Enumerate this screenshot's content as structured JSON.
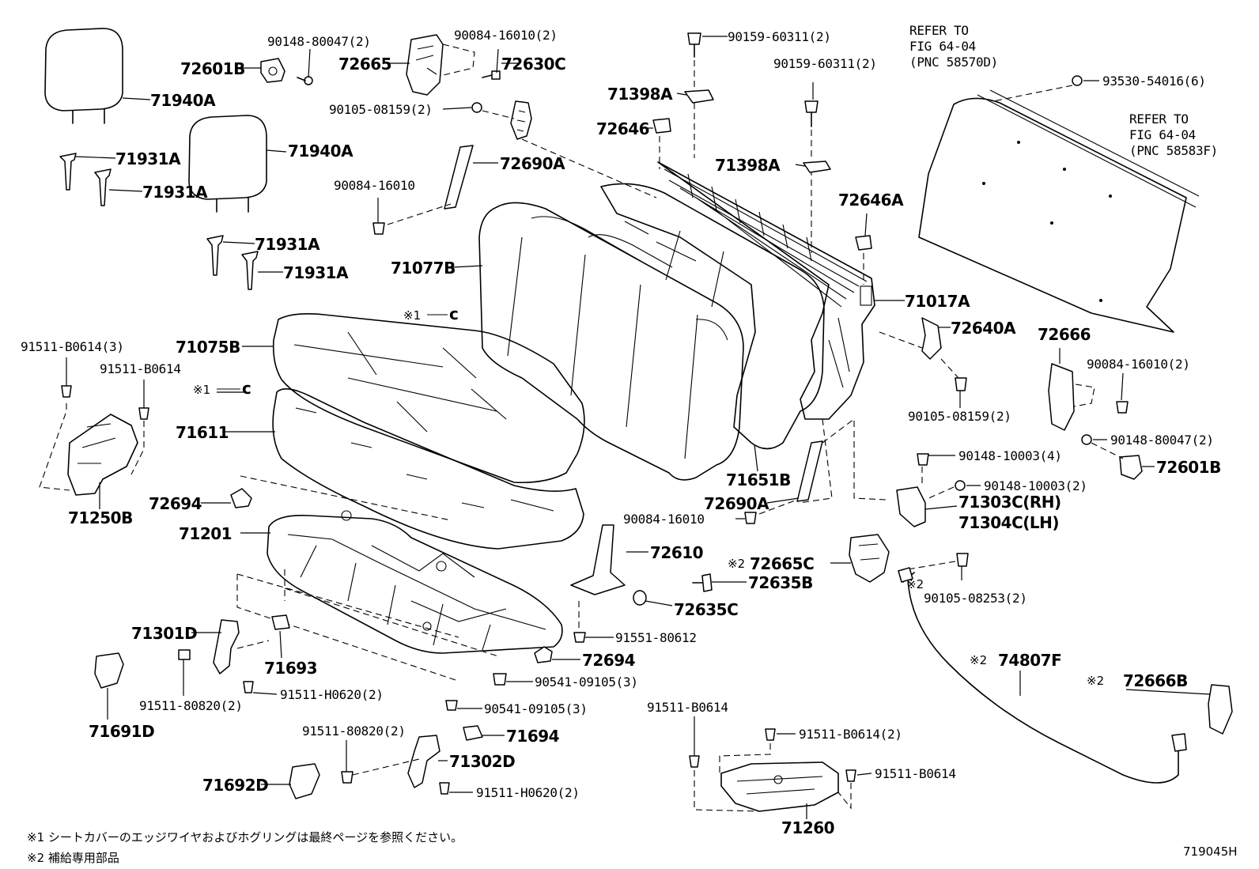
{
  "labels": {
    "p1": "90148-80047(2)",
    "p2": "72601B",
    "p3": "72665",
    "p4": "90084-16010(2)",
    "p5": "72630C",
    "p6": "90105-08159(2)",
    "p7": "71940A",
    "p8": "71940A",
    "p9": "71931A",
    "p10": "71931A",
    "p11": "71931A",
    "p12": "71931A",
    "p13": "90159-60311(2)",
    "p14": "90159-60311(2)",
    "p15": "71398A",
    "p16": "72646",
    "p17": "71398A",
    "p18": "72690A",
    "p19": "90084-16010",
    "p20": "72646A",
    "p21": "71077B",
    "p22": "71017A",
    "p23": "72640A",
    "p24": "90105-08159(2)",
    "p25": "91511-B0614(3)",
    "p26": "91511-B0614",
    "p27": "71075B",
    "p28": "71611",
    "p29": "71250B",
    "p30": "72694",
    "p31": "71201",
    "p32": "71651B",
    "p33": "72690A",
    "p34": "90084-16010",
    "p35": "72610",
    "p36": "72665C",
    "p37": "72635B",
    "p38": "72635C",
    "p39": "91551-80612",
    "p40": "72694",
    "p41": "90541-09105(3)",
    "p42": "90541-09105(3)",
    "p43": "71301D",
    "p44": "71693",
    "p45": "91511-80820(2)",
    "p46": "91511-H0620(2)",
    "p47": "71691D",
    "p48": "91511-80820(2)",
    "p49": "71694",
    "p50": "71302D",
    "p51": "71692D",
    "p52": "91511-H0620(2)",
    "p53": "91511-B0614",
    "p54": "91511-B0614(2)",
    "p55": "91511-B0614",
    "p56": "71260",
    "p57": "93530-54016(6)",
    "p58": "72666",
    "p59": "90084-16010(2)",
    "p60": "90148-80047(2)",
    "p61": "72601B",
    "p62": "90148-10003(4)",
    "p63": "90148-10003(2)",
    "p64": "71303C(RH)",
    "p65": "71304C(LH)",
    "p66": "90105-08253(2)",
    "p67": "74807F",
    "p68": "72666B"
  },
  "marks": {
    "m1": "※1",
    "m2": "※1",
    "m3": "※2",
    "m4": "※2",
    "m5": "※2",
    "m6": "※2"
  },
  "refer": {
    "a1": "REFER TO",
    "a2": "FIG 64-04",
    "a3": "(PNC 58570D)",
    "b1": "REFER TO",
    "b2": "FIG 64-04",
    "b3": "(PNC 58583F)"
  },
  "notes": {
    "n1": "※1 シートカバーのエッジワイヤおよびホグリングは最終ページを参照ください。",
    "n2": "※2 補給専用部品"
  },
  "figure_code": "719045H"
}
